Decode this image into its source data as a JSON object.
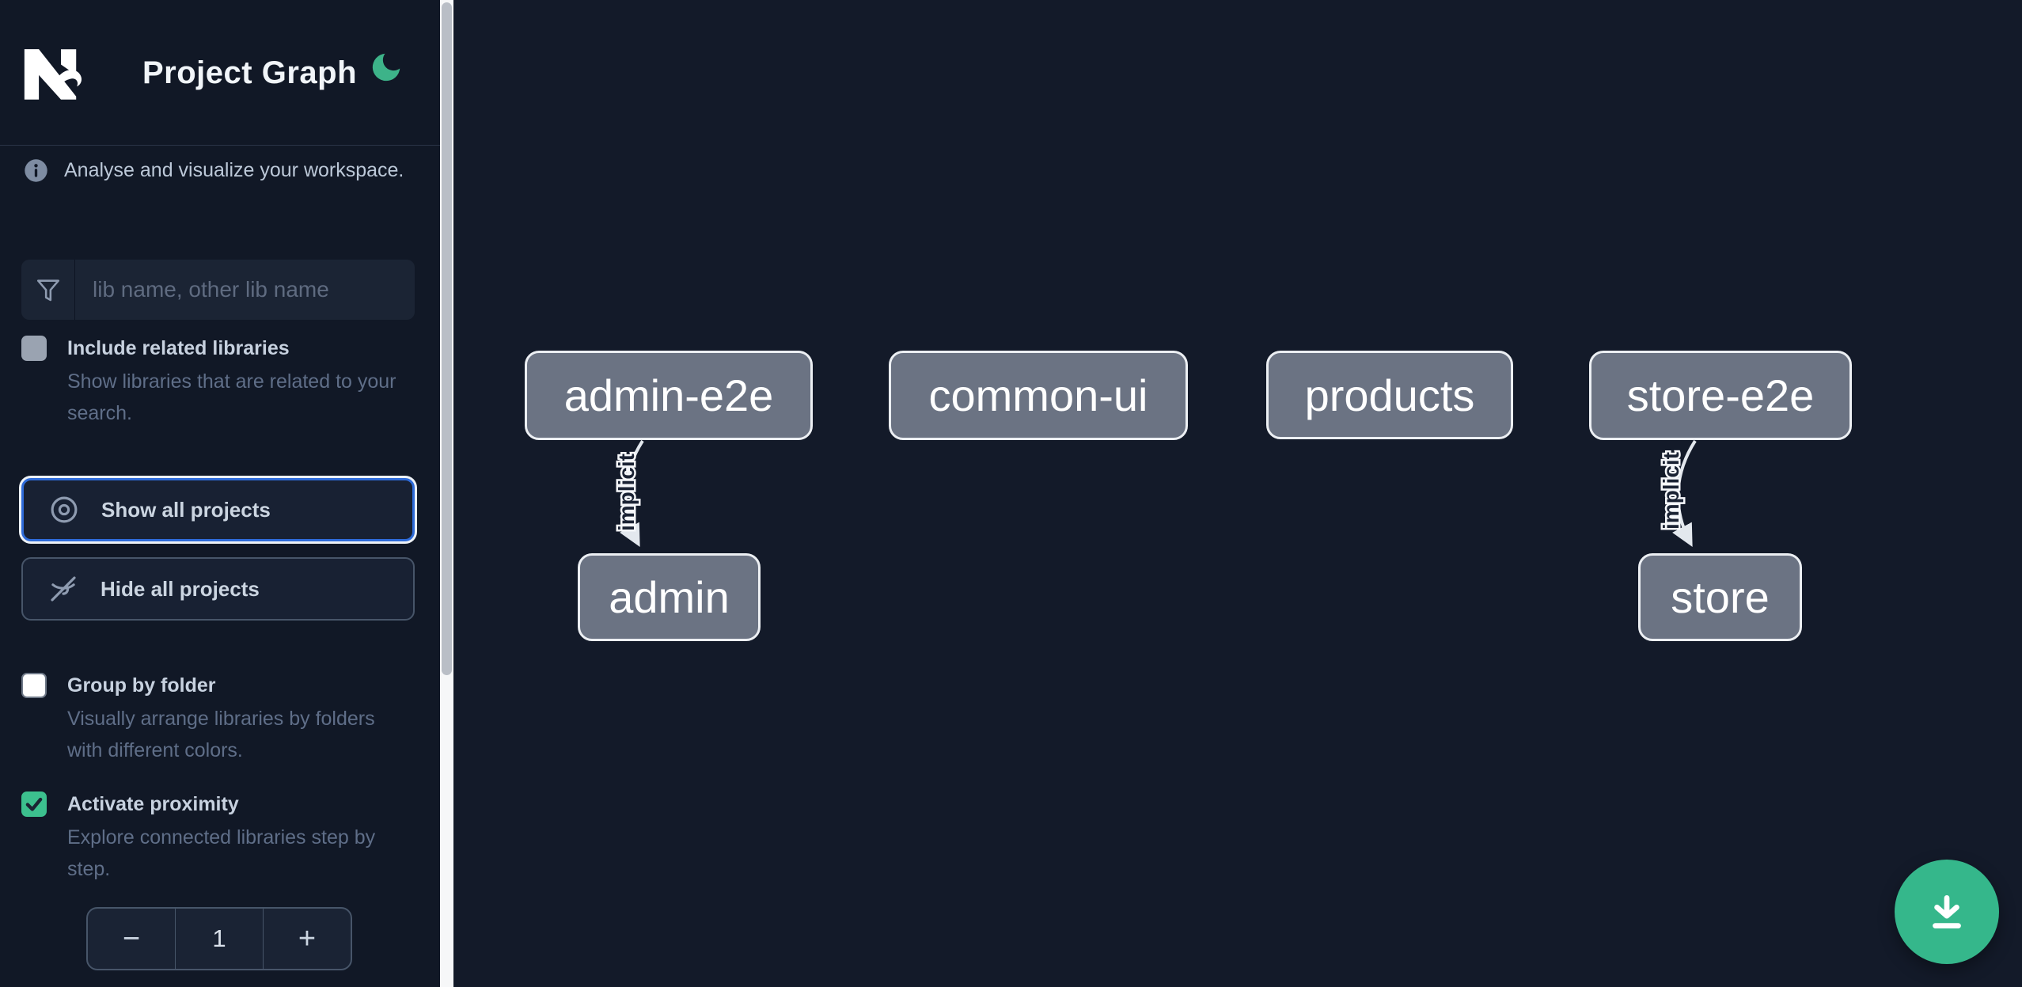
{
  "colors": {
    "accent_green": "#35b78b",
    "moon_green": "#3db389",
    "focus_ring_blue": "#2e6bd9",
    "node_fill": "#6b7383",
    "node_border": "#eceff3",
    "background": "#131a29"
  },
  "header": {
    "title": "Project Graph",
    "theme_icon": "moon-icon"
  },
  "sidebar": {
    "info_text": "Analyse and visualize your workspace.",
    "search_placeholder": "lib name, other lib name",
    "include_related": {
      "label": "Include related libraries",
      "description": "Show libraries that are related to your search.",
      "checked": false
    },
    "show_all_label": "Show all projects",
    "hide_all_label": "Hide all projects",
    "group_by_folder": {
      "label": "Group by folder",
      "description": "Visually arrange libraries by folders with different colors.",
      "checked": false
    },
    "proximity": {
      "label": "Activate proximity",
      "description": "Explore connected libraries step by step.",
      "checked": true
    },
    "proximity_stepper": {
      "decrement_label": "−",
      "value": "1",
      "increment_label": "+"
    }
  },
  "graph": {
    "nodes": [
      {
        "label": "admin-e2e"
      },
      {
        "label": "common-ui"
      },
      {
        "label": "products"
      },
      {
        "label": "store-e2e"
      },
      {
        "label": "admin"
      },
      {
        "label": "store"
      }
    ],
    "edges": [
      {
        "source": "admin-e2e",
        "target": "admin",
        "label": "implicit"
      },
      {
        "source": "store-e2e",
        "target": "store",
        "label": "implicit"
      }
    ]
  }
}
